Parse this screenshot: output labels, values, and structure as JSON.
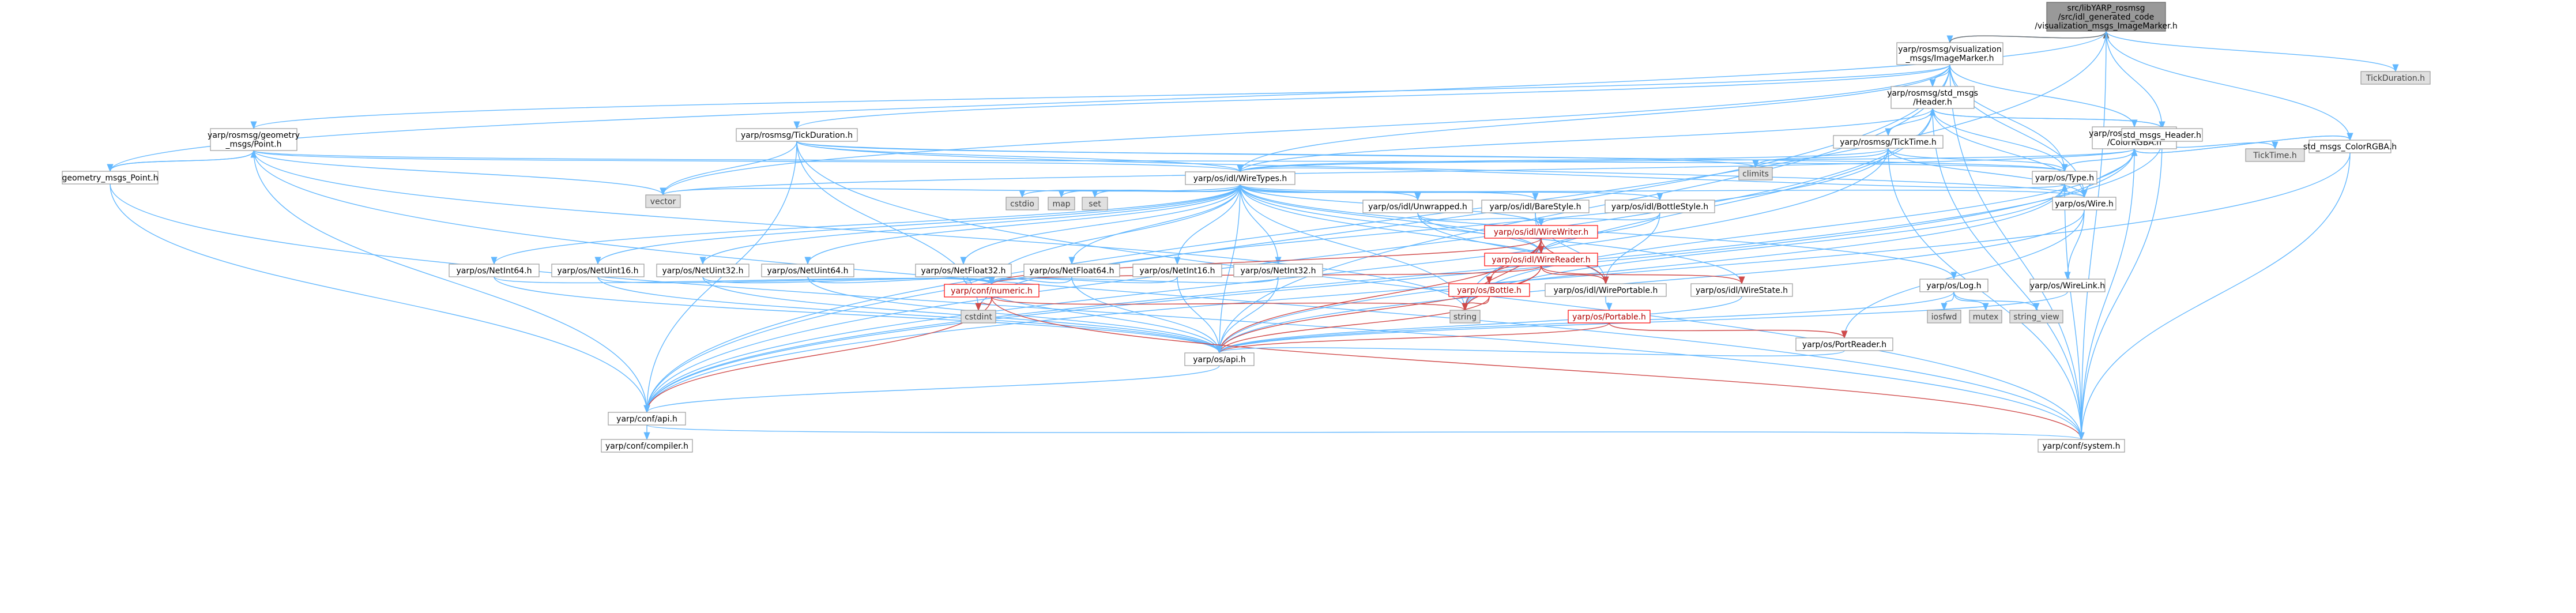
{
  "graph": {
    "nodes": [
      {
        "id": "root",
        "lines": [
          "src/libYARP_rosmsg",
          "/src/idl_generated_code",
          "/visualization_msgs_ImageMarker.h"
        ],
        "kind": "root"
      },
      {
        "id": "ImageMarker",
        "lines": [
          "yarp/rosmsg/visualization",
          "_msgs/ImageMarker.h"
        ],
        "kind": "normal"
      },
      {
        "id": "TickDurationH",
        "lines": [
          "TickDuration.h"
        ],
        "kind": "ext"
      },
      {
        "id": "stdHeader",
        "lines": [
          "yarp/rosmsg/std_msgs",
          "/Header.h"
        ],
        "kind": "normal"
      },
      {
        "id": "geomPoint",
        "lines": [
          "yarp/rosmsg/geometry",
          "_msgs/Point.h"
        ],
        "kind": "normal"
      },
      {
        "id": "TickDuration",
        "lines": [
          "yarp/rosmsg/TickDuration.h"
        ],
        "kind": "normal"
      },
      {
        "id": "TickTime",
        "lines": [
          "yarp/rosmsg/TickTime.h"
        ],
        "kind": "normal"
      },
      {
        "id": "ColorRGBA",
        "lines": [
          "yarp/rosmsg/std_msgs",
          "/ColorRGBA.h"
        ],
        "kind": "normal"
      },
      {
        "id": "std_msgs_Header",
        "lines": [
          "std_msgs_Header.h"
        ],
        "kind": "normal"
      },
      {
        "id": "TickTimeH",
        "lines": [
          "TickTime.h"
        ],
        "kind": "ext"
      },
      {
        "id": "std_msgs_ColorRGBA",
        "lines": [
          "std_msgs_ColorRGBA.h"
        ],
        "kind": "normal"
      },
      {
        "id": "geometry_msgs_Point",
        "lines": [
          "geometry_msgs_Point.h"
        ],
        "kind": "normal"
      },
      {
        "id": "climits",
        "lines": [
          "climits"
        ],
        "kind": "ext"
      },
      {
        "id": "WireTypes",
        "lines": [
          "yarp/os/idl/WireTypes.h"
        ],
        "kind": "normal"
      },
      {
        "id": "Type",
        "lines": [
          "yarp/os/Type.h"
        ],
        "kind": "normal"
      },
      {
        "id": "vector",
        "lines": [
          "vector"
        ],
        "kind": "ext"
      },
      {
        "id": "cstdio",
        "lines": [
          "cstdio"
        ],
        "kind": "ext"
      },
      {
        "id": "map",
        "lines": [
          "map"
        ],
        "kind": "ext"
      },
      {
        "id": "set",
        "lines": [
          "set"
        ],
        "kind": "ext"
      },
      {
        "id": "Wire",
        "lines": [
          "yarp/os/Wire.h"
        ],
        "kind": "normal"
      },
      {
        "id": "Unwrapped",
        "lines": [
          "yarp/os/idl/Unwrapped.h"
        ],
        "kind": "normal"
      },
      {
        "id": "BareStyle",
        "lines": [
          "yarp/os/idl/BareStyle.h"
        ],
        "kind": "normal"
      },
      {
        "id": "BottleStyle",
        "lines": [
          "yarp/os/idl/BottleStyle.h"
        ],
        "kind": "normal"
      },
      {
        "id": "WireWriter",
        "lines": [
          "yarp/os/idl/WireWriter.h"
        ],
        "kind": "red"
      },
      {
        "id": "WireReader",
        "lines": [
          "yarp/os/idl/WireReader.h"
        ],
        "kind": "red"
      },
      {
        "id": "NetInt64",
        "lines": [
          "yarp/os/NetInt64.h"
        ],
        "kind": "normal"
      },
      {
        "id": "NetUint16",
        "lines": [
          "yarp/os/NetUint16.h"
        ],
        "kind": "normal"
      },
      {
        "id": "NetUint32",
        "lines": [
          "yarp/os/NetUint32.h"
        ],
        "kind": "normal"
      },
      {
        "id": "NetUint64",
        "lines": [
          "yarp/os/NetUint64.h"
        ],
        "kind": "normal"
      },
      {
        "id": "NetFloat32",
        "lines": [
          "yarp/os/NetFloat32.h"
        ],
        "kind": "normal"
      },
      {
        "id": "NetFloat64",
        "lines": [
          "yarp/os/NetFloat64.h"
        ],
        "kind": "normal"
      },
      {
        "id": "NetInt16",
        "lines": [
          "yarp/os/NetInt16.h"
        ],
        "kind": "normal"
      },
      {
        "id": "NetInt32",
        "lines": [
          "yarp/os/NetInt32.h"
        ],
        "kind": "normal"
      },
      {
        "id": "Bottle",
        "lines": [
          "yarp/os/Bottle.h"
        ],
        "kind": "red"
      },
      {
        "id": "WirePortable",
        "lines": [
          "yarp/os/idl/WirePortable.h"
        ],
        "kind": "normal"
      },
      {
        "id": "WireState",
        "lines": [
          "yarp/os/idl/WireState.h"
        ],
        "kind": "normal"
      },
      {
        "id": "Log",
        "lines": [
          "yarp/os/Log.h"
        ],
        "kind": "normal"
      },
      {
        "id": "WireLink",
        "lines": [
          "yarp/os/WireLink.h"
        ],
        "kind": "normal"
      },
      {
        "id": "numeric",
        "lines": [
          "yarp/conf/numeric.h"
        ],
        "kind": "red"
      },
      {
        "id": "cstdint",
        "lines": [
          "cstdint"
        ],
        "kind": "ext"
      },
      {
        "id": "string",
        "lines": [
          "string"
        ],
        "kind": "ext"
      },
      {
        "id": "Portable",
        "lines": [
          "yarp/os/Portable.h"
        ],
        "kind": "red"
      },
      {
        "id": "iosfwd",
        "lines": [
          "iosfwd"
        ],
        "kind": "ext"
      },
      {
        "id": "mutex",
        "lines": [
          "mutex"
        ],
        "kind": "ext"
      },
      {
        "id": "string_view",
        "lines": [
          "string_view"
        ],
        "kind": "ext"
      },
      {
        "id": "PortReader",
        "lines": [
          "yarp/os/PortReader.h"
        ],
        "kind": "normal"
      },
      {
        "id": "osapi",
        "lines": [
          "yarp/os/api.h"
        ],
        "kind": "normal"
      },
      {
        "id": "confapi",
        "lines": [
          "yarp/conf/api.h"
        ],
        "kind": "normal"
      },
      {
        "id": "compiler",
        "lines": [
          "yarp/conf/compiler.h"
        ],
        "kind": "normal"
      },
      {
        "id": "system",
        "lines": [
          "yarp/conf/system.h"
        ],
        "kind": "normal"
      }
    ],
    "edges": [
      [
        "root",
        "ImageMarker",
        "blue"
      ],
      [
        "ImageMarker",
        "root",
        "dark"
      ],
      [
        "root",
        "TickDurationH",
        "blue"
      ],
      [
        "root",
        "std_msgs_Header",
        "blue"
      ],
      [
        "root",
        "std_msgs_ColorRGBA",
        "blue"
      ],
      [
        "root",
        "geometry_msgs_Point",
        "blue"
      ],
      [
        "root",
        "confapi",
        "blue"
      ],
      [
        "root",
        "system",
        "blue"
      ],
      [
        "ImageMarker",
        "stdHeader",
        "blue"
      ],
      [
        "ImageMarker",
        "geomPoint",
        "blue"
      ],
      [
        "ImageMarker",
        "ColorRGBA",
        "blue"
      ],
      [
        "ImageMarker",
        "TickDuration",
        "blue"
      ],
      [
        "ImageMarker",
        "WireTypes",
        "blue"
      ],
      [
        "ImageMarker",
        "Type",
        "blue"
      ],
      [
        "ImageMarker",
        "Wire",
        "blue"
      ],
      [
        "ImageMarker",
        "vector",
        "blue"
      ],
      [
        "ImageMarker",
        "confapi",
        "blue"
      ],
      [
        "ImageMarker",
        "system",
        "blue"
      ],
      [
        "ImageMarker",
        "osapi",
        "blue"
      ],
      [
        "stdHeader",
        "TickTime",
        "blue"
      ],
      [
        "stdHeader",
        "WireTypes",
        "blue"
      ],
      [
        "stdHeader",
        "Type",
        "blue"
      ],
      [
        "stdHeader",
        "Wire",
        "blue"
      ],
      [
        "stdHeader",
        "std_msgs_Header",
        "blue"
      ],
      [
        "stdHeader",
        "confapi",
        "blue"
      ],
      [
        "stdHeader",
        "system",
        "blue"
      ],
      [
        "stdHeader",
        "string",
        "blue"
      ],
      [
        "std_msgs_Header",
        "stdHeader",
        "blue"
      ],
      [
        "std_msgs_Header",
        "TickTimeH",
        "blue"
      ],
      [
        "std_msgs_Header",
        "confapi",
        "blue"
      ],
      [
        "std_msgs_Header",
        "system",
        "blue"
      ],
      [
        "TickTime",
        "WireTypes",
        "blue"
      ],
      [
        "TickTime",
        "Type",
        "blue"
      ],
      [
        "TickTime",
        "Wire",
        "blue"
      ],
      [
        "TickTime",
        "climits",
        "blue"
      ],
      [
        "TickTime",
        "cstdint",
        "blue"
      ],
      [
        "TickTime",
        "confapi",
        "blue"
      ],
      [
        "TickTime",
        "system",
        "blue"
      ],
      [
        "ColorRGBA",
        "WireTypes",
        "blue"
      ],
      [
        "ColorRGBA",
        "Type",
        "blue"
      ],
      [
        "ColorRGBA",
        "Wire",
        "blue"
      ],
      [
        "ColorRGBA",
        "std_msgs_ColorRGBA",
        "blue"
      ],
      [
        "ColorRGBA",
        "vector",
        "blue"
      ],
      [
        "ColorRGBA",
        "confapi",
        "blue"
      ],
      [
        "ColorRGBA",
        "system",
        "blue"
      ],
      [
        "ColorRGBA",
        "string",
        "blue"
      ],
      [
        "std_msgs_ColorRGBA",
        "ColorRGBA",
        "blue"
      ],
      [
        "std_msgs_ColorRGBA",
        "confapi",
        "blue"
      ],
      [
        "std_msgs_ColorRGBA",
        "system",
        "blue"
      ],
      [
        "geomPoint",
        "geometry_msgs_Point",
        "blue"
      ],
      [
        "geomPoint",
        "WireTypes",
        "blue"
      ],
      [
        "geomPoint",
        "Type",
        "blue"
      ],
      [
        "geomPoint",
        "vector",
        "blue"
      ],
      [
        "geomPoint",
        "confapi",
        "blue"
      ],
      [
        "geomPoint",
        "system",
        "blue"
      ],
      [
        "geomPoint",
        "string",
        "blue"
      ],
      [
        "geometry_msgs_Point",
        "geomPoint",
        "blue"
      ],
      [
        "geometry_msgs_Point",
        "confapi",
        "blue"
      ],
      [
        "geometry_msgs_Point",
        "system",
        "blue"
      ],
      [
        "TickDuration",
        "WireTypes",
        "blue"
      ],
      [
        "TickDuration",
        "Type",
        "blue"
      ],
      [
        "TickDuration",
        "Wire",
        "blue"
      ],
      [
        "TickDuration",
        "climits",
        "blue"
      ],
      [
        "TickDuration",
        "vector",
        "blue"
      ],
      [
        "TickDuration",
        "cstdint",
        "blue"
      ],
      [
        "TickDuration",
        "confapi",
        "blue"
      ],
      [
        "TickDuration",
        "system",
        "blue"
      ],
      [
        "WireTypes",
        "cstdio",
        "blue"
      ],
      [
        "WireTypes",
        "map",
        "blue"
      ],
      [
        "WireTypes",
        "set",
        "blue"
      ],
      [
        "WireTypes",
        "vector",
        "blue"
      ],
      [
        "WireTypes",
        "string",
        "blue"
      ],
      [
        "WireTypes",
        "Type",
        "blue"
      ],
      [
        "WireTypes",
        "Wire",
        "blue"
      ],
      [
        "WireTypes",
        "Unwrapped",
        "blue"
      ],
      [
        "WireTypes",
        "BareStyle",
        "blue"
      ],
      [
        "WireTypes",
        "BottleStyle",
        "blue"
      ],
      [
        "WireTypes",
        "WireWriter",
        "blue"
      ],
      [
        "WireTypes",
        "WireReader",
        "blue"
      ],
      [
        "WireTypes",
        "NetInt64",
        "blue"
      ],
      [
        "WireTypes",
        "NetUint16",
        "blue"
      ],
      [
        "WireTypes",
        "NetUint32",
        "blue"
      ],
      [
        "WireTypes",
        "NetUint64",
        "blue"
      ],
      [
        "WireTypes",
        "NetFloat32",
        "blue"
      ],
      [
        "WireTypes",
        "NetFloat64",
        "blue"
      ],
      [
        "WireTypes",
        "NetInt16",
        "blue"
      ],
      [
        "WireTypes",
        "NetInt32",
        "blue"
      ],
      [
        "WireTypes",
        "WirePortable",
        "blue"
      ],
      [
        "WireTypes",
        "WireState",
        "blue"
      ],
      [
        "WireTypes",
        "Log",
        "blue"
      ],
      [
        "WireTypes",
        "numeric",
        "blue"
      ],
      [
        "WireTypes",
        "osapi",
        "blue"
      ],
      [
        "Type",
        "osapi",
        "blue"
      ],
      [
        "Type",
        "system",
        "blue"
      ],
      [
        "Type",
        "string",
        "blue"
      ],
      [
        "Wire",
        "WireLink",
        "blue"
      ],
      [
        "Wire",
        "PortReader",
        "blue"
      ],
      [
        "Wire",
        "osapi",
        "blue"
      ],
      [
        "Unwrapped",
        "WireWriter",
        "blue"
      ],
      [
        "Unwrapped",
        "WireReader",
        "blue"
      ],
      [
        "Unwrapped",
        "WirePortable",
        "blue"
      ],
      [
        "BareStyle",
        "WireWriter",
        "blue"
      ],
      [
        "BareStyle",
        "WireReader",
        "blue"
      ],
      [
        "BareStyle",
        "WirePortable",
        "blue"
      ],
      [
        "BottleStyle",
        "WireWriter",
        "blue"
      ],
      [
        "BottleStyle",
        "WireReader",
        "blue"
      ],
      [
        "BottleStyle",
        "WirePortable",
        "blue"
      ],
      [
        "WireWriter",
        "WireReader",
        "red"
      ],
      [
        "WireWriter",
        "Bottle",
        "red"
      ],
      [
        "WireWriter",
        "WirePortable",
        "red"
      ],
      [
        "WireWriter",
        "numeric",
        "red"
      ],
      [
        "WireWriter",
        "string",
        "red"
      ],
      [
        "WireWriter",
        "osapi",
        "red"
      ],
      [
        "WireReader",
        "WireState",
        "red"
      ],
      [
        "WireReader",
        "WirePortable",
        "red"
      ],
      [
        "WireReader",
        "numeric",
        "red"
      ],
      [
        "WireReader",
        "string",
        "red"
      ],
      [
        "WireReader",
        "osapi",
        "red"
      ],
      [
        "NetInt64",
        "numeric",
        "blue"
      ],
      [
        "NetInt64",
        "osapi",
        "blue"
      ],
      [
        "NetUint16",
        "numeric",
        "blue"
      ],
      [
        "NetUint16",
        "osapi",
        "blue"
      ],
      [
        "NetUint32",
        "numeric",
        "blue"
      ],
      [
        "NetUint32",
        "osapi",
        "blue"
      ],
      [
        "NetUint64",
        "numeric",
        "blue"
      ],
      [
        "NetUint64",
        "osapi",
        "blue"
      ],
      [
        "NetFloat32",
        "numeric",
        "blue"
      ],
      [
        "NetFloat32",
        "osapi",
        "blue"
      ],
      [
        "NetFloat64",
        "numeric",
        "blue"
      ],
      [
        "NetFloat64",
        "osapi",
        "blue"
      ],
      [
        "NetInt16",
        "numeric",
        "blue"
      ],
      [
        "NetInt16",
        "osapi",
        "blue"
      ],
      [
        "NetInt32",
        "numeric",
        "blue"
      ],
      [
        "NetInt32",
        "osapi",
        "blue"
      ],
      [
        "Bottle",
        "string",
        "red"
      ],
      [
        "Bottle",
        "osapi",
        "red"
      ],
      [
        "WirePortable",
        "Portable",
        "blue"
      ],
      [
        "WireState",
        "osapi",
        "blue"
      ],
      [
        "Log",
        "iosfwd",
        "blue"
      ],
      [
        "Log",
        "mutex",
        "blue"
      ],
      [
        "Log",
        "string_view",
        "blue"
      ],
      [
        "Log",
        "osapi",
        "blue"
      ],
      [
        "WireLink",
        "osapi",
        "blue"
      ],
      [
        "numeric",
        "cstdint",
        "red"
      ],
      [
        "numeric",
        "string",
        "red"
      ],
      [
        "numeric",
        "confapi",
        "red"
      ],
      [
        "numeric",
        "system",
        "red"
      ],
      [
        "Portable",
        "PortReader",
        "red"
      ],
      [
        "Portable",
        "osapi",
        "red"
      ],
      [
        "PortReader",
        "osapi",
        "blue"
      ],
      [
        "osapi",
        "confapi",
        "blue"
      ],
      [
        "confapi",
        "compiler",
        "blue"
      ],
      [
        "confapi",
        "system",
        "blue"
      ]
    ]
  }
}
